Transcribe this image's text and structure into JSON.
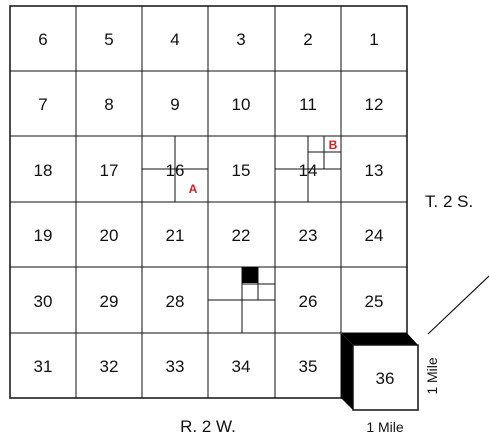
{
  "sections": [
    [
      "6",
      "5",
      "4",
      "3",
      "2",
      "1"
    ],
    [
      "7",
      "8",
      "9",
      "10",
      "11",
      "12"
    ],
    [
      "18",
      "17",
      "16",
      "15",
      "14",
      "13"
    ],
    [
      "19",
      "20",
      "21",
      "22",
      "23",
      "24"
    ],
    [
      "30",
      "29",
      "28",
      "",
      "26",
      "25"
    ],
    [
      "31",
      "32",
      "33",
      "34",
      "35",
      "36"
    ]
  ],
  "township_label": "T. 2 S.",
  "range_label": "R. 2 W.",
  "mile_side": "1 Mile",
  "mile_bottom": "1 Mile",
  "marker_a": "A",
  "marker_b": "B",
  "colors": {
    "line": "#111111",
    "marker": "#d42020",
    "fill": "#000000"
  }
}
